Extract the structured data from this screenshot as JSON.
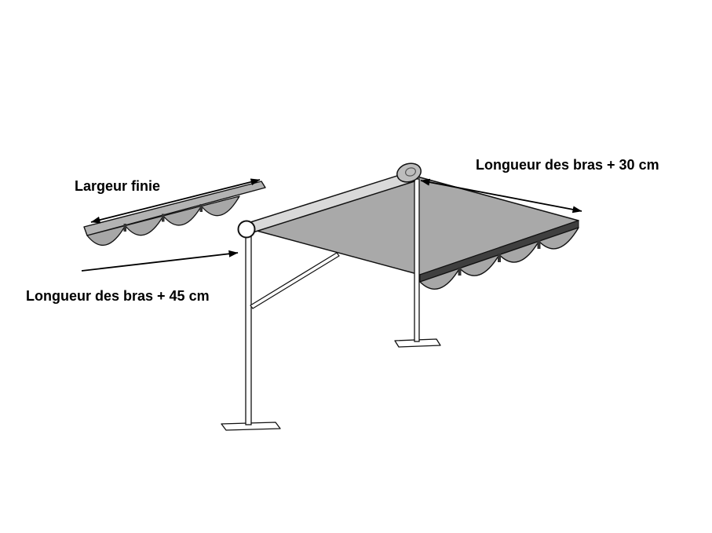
{
  "diagram": {
    "labels": {
      "largeur_finie": "Largeur finie",
      "longueur_bras_30": "Longueur des bras + 30 cm",
      "longueur_bras_45": "Longueur des bras + 45 cm"
    },
    "colors": {
      "background": "#ffffff",
      "fabric": "#a9a9a9",
      "fabric_edge_strip": "#b3b3b3",
      "valance": "#a7a7a7",
      "valance_bar": "#3f3f3f",
      "valance_tab": "#333333",
      "beam": "#d9d9d9",
      "roller": "#bdbdbd",
      "frame": "#ffffff",
      "arrow": "#000000",
      "text": "#000000"
    }
  }
}
